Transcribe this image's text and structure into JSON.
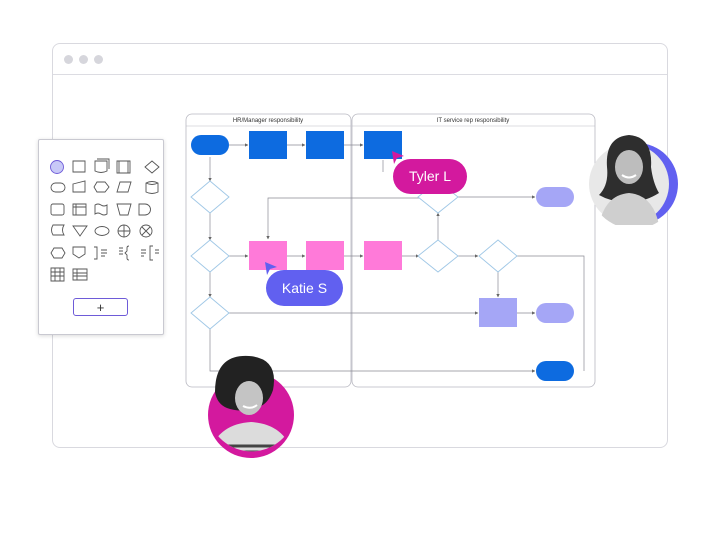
{
  "window": {
    "title": ""
  },
  "lanes": [
    {
      "title": "HR/Manager responsibility"
    },
    {
      "title": "IT service rep responsibility"
    }
  ],
  "palette": {
    "shapes": [
      "circle",
      "card",
      "multi-document",
      "predefined-process",
      "diamond",
      "terminator",
      "manual-input",
      "display",
      "parallelogram",
      "database",
      "process",
      "internal-storage",
      "tape",
      "manual-operation",
      "delay",
      "stored-data",
      "merge",
      "ellipse",
      "or",
      "summing-junction",
      "preparation",
      "off-page-connector",
      "annotation-right",
      "brace",
      "annotation-left",
      "table-grid",
      "table-rows"
    ],
    "add_button_label": "+"
  },
  "collaborators": [
    {
      "name": "Tyler L",
      "color": "#d3199e"
    },
    {
      "name": "Katie S",
      "color": "#6160f0"
    }
  ],
  "colors": {
    "blue": "#0d6be0",
    "pink": "#ff7ad9",
    "lavender": "#a5a6f6",
    "tyler": "#d3199e",
    "katie": "#6160f0"
  }
}
